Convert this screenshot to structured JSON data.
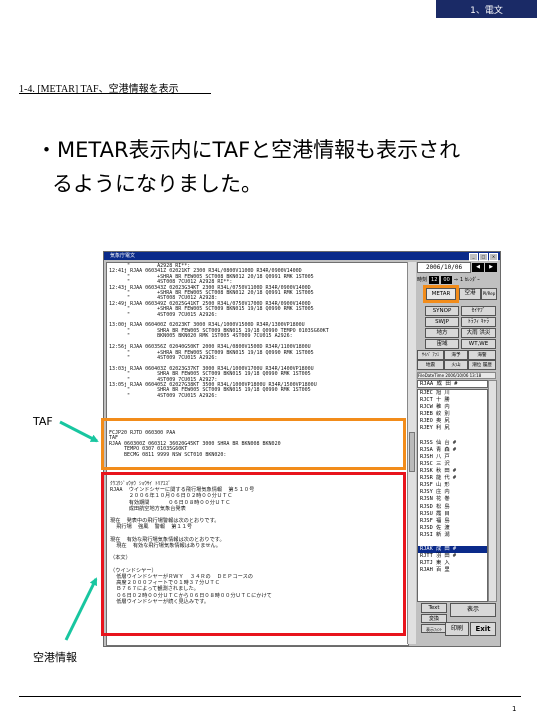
{
  "header": {
    "tab_label": "1、電文"
  },
  "section_title": "1-4. [METAR]  TAF、空港情報を表示",
  "bullet": {
    "line1": "・METAR表示内にTAFと空港情報も表示され",
    "line2": "るようになりました。"
  },
  "window": {
    "title": "気象庁電文",
    "metar_lines": [
      "      \"         A2928 RI**:",
      "12:41j RJAA 060341Z 02021KT 2300 R34L/0800V1100D R34R/0900V1400D",
      "      \"         +SHRA BR FEW005 SCT008 BKN012 20/18 Q0991 RMK 1ST005",
      "      \"         4ST008 7CU012 A2928 RI**:",
      "12:43j RJAA 060343Z 02023G34KT 2300 R34L/0750V1100D R34R/0900V1400D",
      "      \"         +SHRA BR FEW005 SCT008 BKN012 20/18 Q0991 RMK 1ST005",
      "      \"         4ST008 7CU012 A2928:",
      "12:49j RJAA 060349Z 02025G41KT 2500 R34L/0750V1700D R34R/0900V1400D",
      "      \"         +SHRA BR FEW005 SCT009 BKN015 19/18 Q0990 RMK 1ST005",
      "      \"         4ST009 7CU015 A2926:",
      "",
      "13:00j RJAA 060400Z 02023KT 3000 R34L/1000V1500D R34R/1300VP1800U",
      "      \"         SHRA BR FEW005 SCT009 BKN015 19/18 Q0990 TEMPO 0103SG60KT",
      "      \"         BKN005 BKN020 RMK 1ST005 4ST009 7CU015 A2926:",
      "",
      "12:56j RJAA 060356Z 02040G50KT 2000 R34L/0800V1500D R34R/1100V1800U",
      "      \"         +SHRA BR FEW005 SCT009 BKN015 19/18 Q0990 RMK 1ST005",
      "      \"         4ST009 7CU015 A2926:",
      "",
      "13:03j RJAA 060403Z 02023G37KT 3000 R34L/1000V1700U R34R/1400VP1800U",
      "      \"         SHRA BR FEW005 SCT009 BKN015 19/18 Q0990 RMK 1ST005",
      "      \"         4ST009 7CU015 A2927:",
      "13:05j RJAA 060405Z 02027G38KT 3500 R34L/1000VP1800U R34R/1500VP1800U",
      "      \"         SHRA BR FEW005 SCT009 BKN015 19/18 Q0990 RMK 1ST005",
      "      \"         4ST009 7CU015 A2926:"
    ],
    "taf_lines": [
      "FCJP20 RJTD 060300 PAA",
      "TAF",
      "RJAA 060300Z 060312 36020G45KT 3000 SHRA BR BKN008 BKN020",
      "     TEMPO 0307 01035G60KT",
      "     BECMG 0811 9999 NSW SCT010 BKN020:"
    ],
    "airport_lines": [
      "ｸｳｺｳｼﾞｮｳﾎｳ ｼｮｳｻｲ ﾄﾘｱｴｽﾞ",
      "RJAA  ウインドシヤーに関する飛行場気象情報  第５１０号",
      "      ２００６年１０月０６日０２時００分ＵＴＣ",
      "      有効期間      ０６日０８時００分ＵＴＣ",
      "      成田航空地方気象台発表",
      "",
      "現在  発表中の飛行場警報は次のとおりです。",
      "  飛行場  強風  警報  第１１号",
      "",
      "現在  有効な飛行場気象情報は次のとおりです。",
      "  現在  有効な飛行場気象情報はありません。",
      "",
      "（本文）",
      "",
      "（ウインドシヤー）",
      "  低層ウインドシヤーがＲＷＹ  ３４Ｒの  ＤＥＰコースの",
      "  高度２０００フィートで０１時３７分ＵＴＣ",
      "  Ｂ７６７によって観測されました。",
      "  ０６日０２時００分ＵＴＣから０６日０８時００分ＵＴＣにかけて",
      "  低層ウインドシヤーが続く見込みです。"
    ],
    "right_panel": {
      "date": "2006/10/06",
      "prev_icon": "◀",
      "next_icon": "▶",
      "time_label": "時刻",
      "time_value_1": "12",
      "time_value_2": "00",
      "arrow_label": "⇒",
      "time_extra": "1 ｶﾚﾝﾀﾞｰ",
      "btn_metar": "METAR",
      "btn_kuukou": "空港",
      "btn_pi": "PI/Rep",
      "btn_synop": "SYNOP",
      "btn_seiya": "ｾｲﾔﾌﾞ",
      "btn_swjp": "SWJP",
      "btn_torai": "ﾄﾗﾌｨ ｷｬﾗ",
      "btn_chiho": "地方",
      "btn_ominato": "大雨 洪災",
      "btn_uwajima": "宙域",
      "btn_wtwe": "WT,WE",
      "btn_r1": "ｻｲﾊﾞ ｱﾌﾐ",
      "btn_r2": "海予",
      "btn_r3": "海警",
      "btn_r4": "地震",
      "btn_r5": "火山",
      "btn_r6": "潮位 履歴",
      "file_date": "FileDateTime   2006/10/06 13:18",
      "station_head": "RJAA  成 田 #",
      "stations": [
        "RJEC  旭   川",
        "RJCT  十   勝",
        "RJCW  稚   内",
        "RJEB  紋   別",
        "RJEO  奥   尻",
        "RJEY  利   尻",
        "",
        "RJSS  仙   台 #",
        "RJSA  青   森 #",
        "RJSH  八   戸",
        "RJSC  三   沢",
        "RJSK  秋   田 #",
        "RJSR  能   代 #",
        "RJSF  山   形",
        "RJSY  庄   内",
        "RJSN  花   巻",
        "RJSD  松   島",
        "RJSU  霞 目",
        "RJSF  福   島",
        "RJSD  佐 渡",
        "RJSI  新 潟",
        "",
        "RJAK  成  田 #",
        "RJTT  羽  田 #",
        "RJTJ  東 入",
        "RJAH  百  里"
      ],
      "selected_station_index": 22,
      "btn_text": "Text",
      "btn_henkan": "変換",
      "btn_font": "表示ﾌｫﾝﾄ",
      "btn_hyoji": "表示",
      "btn_print": "印刷",
      "btn_exit": "Exit"
    }
  },
  "callouts": {
    "taf": "TAF",
    "airport_info": "空港情報"
  },
  "colors": {
    "taf_highlight": "#f28c1a",
    "airport_highlight": "#e8141c",
    "arrow": "#18c6a0",
    "header_tab": "#1a2a66"
  },
  "footer": {
    "page_number": "1"
  }
}
